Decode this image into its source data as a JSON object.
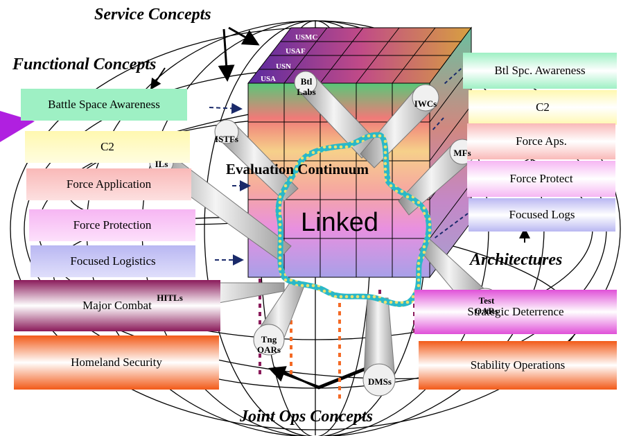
{
  "headings": {
    "service": "Service Concepts",
    "functional": "Functional Concepts",
    "joint": "Joint Ops Concepts",
    "architectures": "Architectures"
  },
  "services": [
    "USMC",
    "USAF",
    "USN",
    "USA"
  ],
  "left_boxes": [
    {
      "label": "Battle Space Awareness",
      "color": "#9ef0c4"
    },
    {
      "label": "C2",
      "color": "#fff8b0"
    },
    {
      "label": "Force Application",
      "color": "#f9b9b8"
    },
    {
      "label": "Force Protection",
      "color": "#f6b6f3"
    },
    {
      "label": "Focused Logistics",
      "color": "#b9b7f2"
    },
    {
      "label": "Major Combat",
      "color": "#8e1e5e"
    },
    {
      "label": "Homeland Security",
      "color": "#f46a25"
    }
  ],
  "right_boxes": [
    {
      "label": "Btl Spc. Awareness",
      "color": "#9ef0c4"
    },
    {
      "label": "C2",
      "color": "#fff8b0"
    },
    {
      "label": "Force Aps.",
      "color": "#f9b9b8"
    },
    {
      "label": "Force Protect",
      "color": "#f6b6f3"
    },
    {
      "label": "Focused Logs",
      "color": "#b9b7f2"
    },
    {
      "label": "Strategic Deterrence",
      "color": "#e85de0"
    },
    {
      "label": "Stability Operations",
      "color": "#f46a25"
    }
  ],
  "center": {
    "evaluation": "Evaluation Continuum",
    "linked": "Linked"
  },
  "nodes": {
    "btl_labs": "Btl Labs",
    "iwcs": "IWCs",
    "istfs": "ISTFs",
    "ils": "ILs",
    "mfs": "MFs",
    "hitls": "HITLs",
    "test_oars": "Test OARs",
    "tng_oars": "Tng OARs",
    "dmss": "DMSs"
  },
  "colors": {
    "accent_arrow": "#b020e0",
    "linked_outline": "#2ab8c8",
    "cube_top": "#6a2aa0"
  }
}
